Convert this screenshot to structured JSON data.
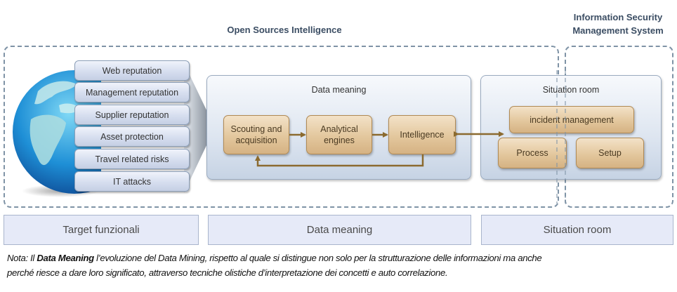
{
  "headers": {
    "osint": "Open Sources Intelligence",
    "isms_line1": "Information Security",
    "isms_line2": "Management System"
  },
  "targets": [
    "Web reputation",
    "Management reputation",
    "Supplier reputation",
    "Asset protection",
    "Travel related risks",
    "IT attacks"
  ],
  "data_meaning_panel": {
    "title": "Data meaning",
    "steps": [
      {
        "line1": "Scouting and",
        "line2": "acquisition"
      },
      {
        "line1": "Analytical",
        "line2": "engines"
      },
      {
        "line1": "Intelligence",
        "line2": ""
      }
    ]
  },
  "situation_room_panel": {
    "title": "Situation room",
    "items": [
      "incident management",
      "Process",
      "Setup"
    ]
  },
  "bottom_labels": [
    "Target funzionali",
    "Data meaning",
    "Situation room"
  ],
  "note": {
    "prefix": "Nota:",
    "lead": " Il ",
    "bold": "Data Meaning",
    "line1_rest": " l’evoluzione del Data Mining, rispetto al quale si distingue non solo per la strutturazione delle informazioni ma anche",
    "line2": "perché riesce a dare loro significato, attraverso tecniche olistiche d’interpretazione dei concetti e auto correlazione."
  },
  "colors": {
    "dash_border": "#7f93a6",
    "arrow": "#8b6a2f",
    "tan_box": "#e3c79d",
    "header_text": "#3b4d63"
  }
}
